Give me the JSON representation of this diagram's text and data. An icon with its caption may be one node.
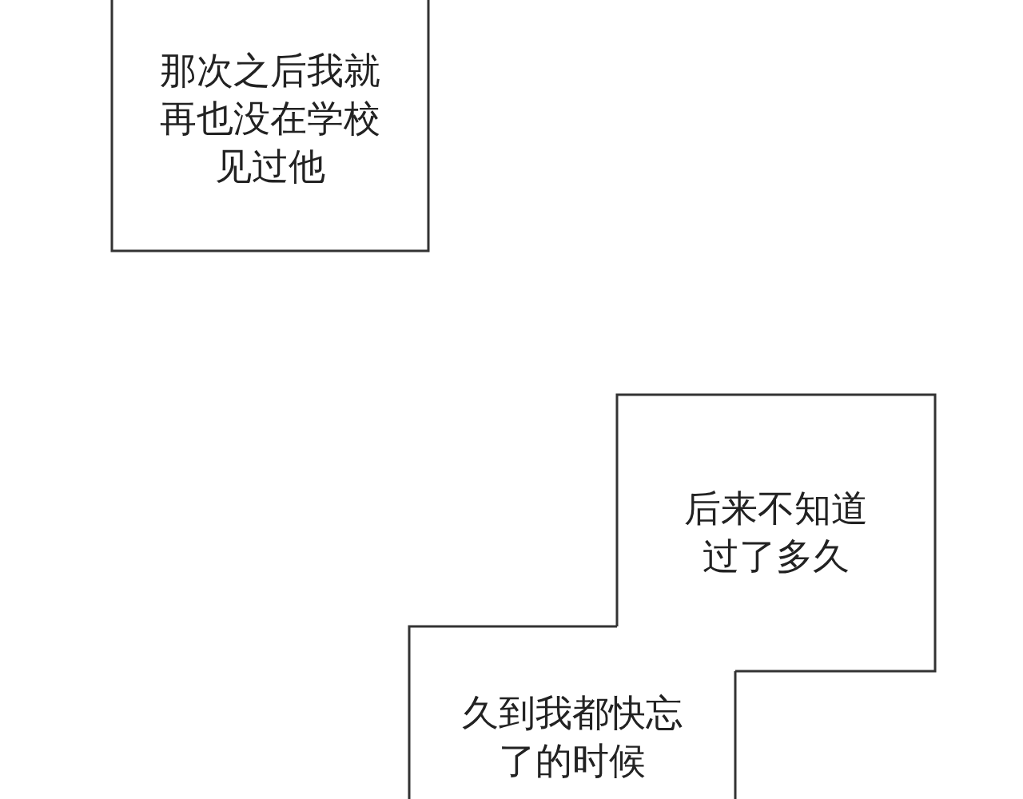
{
  "diagram": {
    "nodes": [
      {
        "text": [
          "那次之后我就再也没在学校见过他"
        ]
      },
      {
        "text": [
          "后来不知道过了多久"
        ]
      },
      {
        "text": [
          "久到我都快忘了的时候"
        ]
      }
    ]
  }
}
